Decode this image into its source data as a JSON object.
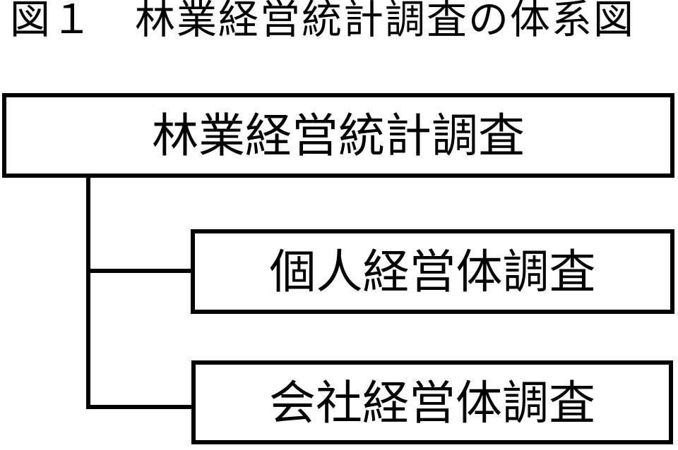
{
  "title": "図１　林業経営統計調査の体系図",
  "diagram": {
    "root": {
      "label": "林業経営統計調査"
    },
    "children": [
      {
        "label": "個人経営体調査"
      },
      {
        "label": "会社経営体調査"
      }
    ]
  },
  "colors": {
    "foreground": "#000000",
    "background": "#ffffff"
  }
}
